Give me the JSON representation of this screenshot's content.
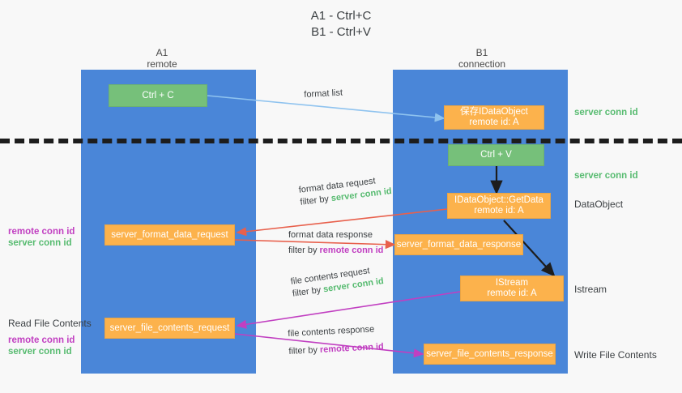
{
  "title": {
    "line1": "A1 - Ctrl+C",
    "line2": "B1 - Ctrl+V"
  },
  "lanes": [
    {
      "name": "A1",
      "sub": "remote"
    },
    {
      "name": "B1",
      "sub": "connection"
    }
  ],
  "boxes": {
    "ctrl_c": "Ctrl + C",
    "ctrl_v": "Ctrl + V",
    "save_dataobject_l1": "保存IDataObject",
    "save_dataobject_l2": "remote id: A",
    "getdata_l1": "IDataObject::GetData",
    "getdata_l2": "remote id: A",
    "istream_l1": "IStream",
    "istream_l2": "remote id: A",
    "format_data_request": "server_format_data_request",
    "format_data_response": "server_format_data_response",
    "file_contents_request": "server_file_contents_request",
    "file_contents_response": "server_file_contents_response"
  },
  "right_labels": {
    "server_conn_id_top": "server conn id",
    "server_conn_id_mid": "server conn id",
    "dataobject": "DataObject",
    "istream": "Istream",
    "write_file_contents": "Write File Contents"
  },
  "left_labels": {
    "remote_conn_id_1": "remote conn id",
    "server_conn_id_1": "server conn id",
    "read_file_contents": "Read File Contents",
    "remote_conn_id_2": "remote conn id",
    "server_conn_id_2": "server conn id"
  },
  "edges": {
    "format_list": "format list",
    "format_data_request_l1": "format data request",
    "format_data_request_l2_prefix": "filter by ",
    "format_data_request_l2_value": "server conn id",
    "format_data_response_l1": "format data response",
    "format_data_response_l2_prefix": "filter by ",
    "format_data_response_l2_value": "remote conn id",
    "file_contents_request_l1": "file contents request",
    "file_contents_request_l2_prefix": "filter by ",
    "file_contents_request_l2_value": "server conn id",
    "file_contents_response_l1": "file contents response",
    "file_contents_response_l2_prefix": "filter by ",
    "file_contents_response_l2_value": "remote conn id"
  },
  "colors": {
    "lane": "#4a86d8",
    "green_box": "#76c07a",
    "orange_box": "#fcb24c",
    "green_text": "#57bb70",
    "magenta_text": "#c13fc1",
    "red_arrow": "#e8604c",
    "magenta_arrow": "#c13fc1",
    "blue_arrow": "#8fc3ef",
    "black_arrow": "#1d1d1d",
    "background": "#f8f8f8"
  }
}
